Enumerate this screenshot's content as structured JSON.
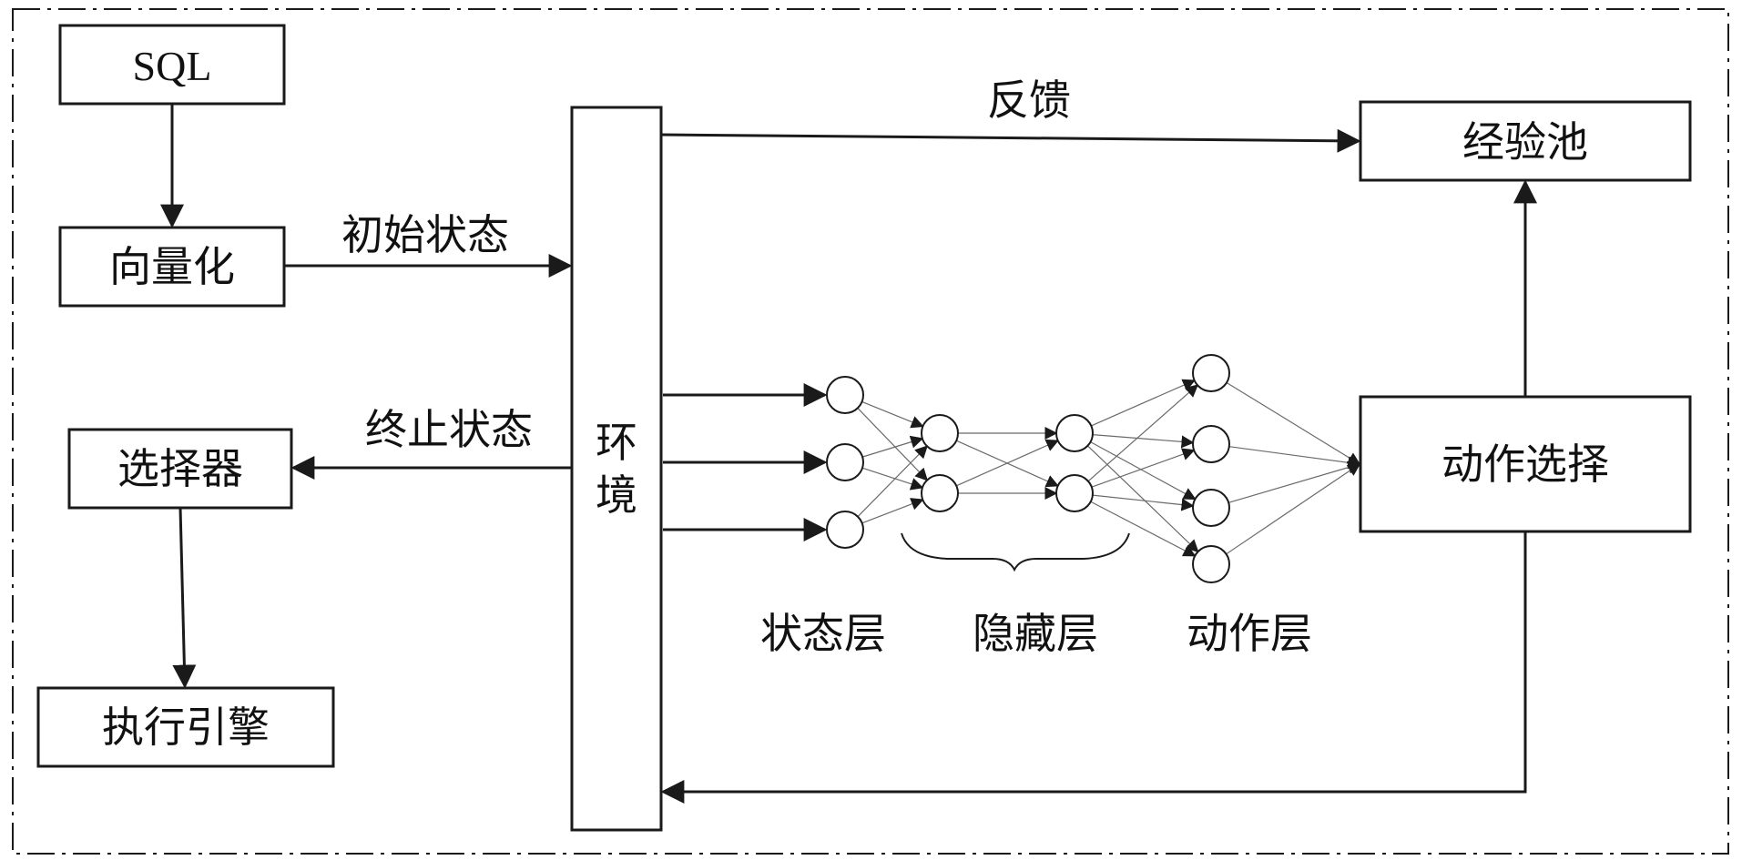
{
  "diagram": {
    "nodes": {
      "sql": "SQL",
      "vectorize": "向量化",
      "selector": "选择器",
      "engine": "执行引擎",
      "environment": "环境",
      "experience_pool": "经验池",
      "action_select": "动作选择"
    },
    "edges": {
      "initial_state": "初始状态",
      "terminal_state": "终止状态",
      "feedback": "反馈"
    },
    "layers": {
      "state": "状态层",
      "hidden": "隐藏层",
      "action": "动作层"
    },
    "network": {
      "state_neurons": 3,
      "hidden_layers": 2,
      "hidden_neurons_per_layer": 2,
      "action_neurons": 4
    },
    "colors": {
      "stroke": "#1a1a1a",
      "link": "#6a6a6a",
      "background": "#ffffff"
    }
  }
}
